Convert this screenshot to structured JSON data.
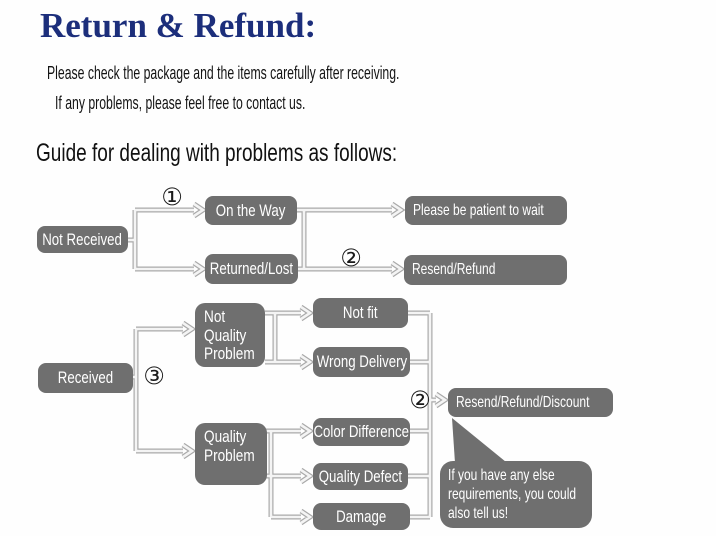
{
  "header": {
    "title": "Return & Refund:",
    "note_line1": "Please check the package and the items carefully after receiving.",
    "note_line2": "If any problems, please feel free to contact us.",
    "guide_heading": "Guide for dealing with problems as follows:"
  },
  "flowchart": {
    "markers": {
      "step1": "①",
      "step2_top": "②",
      "step3": "③",
      "step2_bottom": "②"
    },
    "nodes": {
      "not_received": "Not Received",
      "on_the_way": "On the Way",
      "returned_lost": "Returned/Lost",
      "be_patient": "Please be patient to wait",
      "resend_refund": "Resend/Refund",
      "received": "Received",
      "not_quality_problem": "Not Quality Problem",
      "not_fit": "Not fit",
      "wrong_delivery": "Wrong Delivery",
      "quality_problem": "Quality Problem",
      "resend_refund_discount": "Resend/Refund/Discount",
      "color_difference": "Color Difference",
      "quality_defect": "Quality Defect",
      "damage": "Damage"
    },
    "bubble": {
      "lines": [
        "If you have any else",
        "requirements, you could",
        "also tell us!"
      ]
    }
  },
  "colors": {
    "title_navy": "#1c2e7b",
    "node_gray": "#6f6f6f",
    "node_text": "#ffffff",
    "connector_gray": "#a9a9a9"
  }
}
